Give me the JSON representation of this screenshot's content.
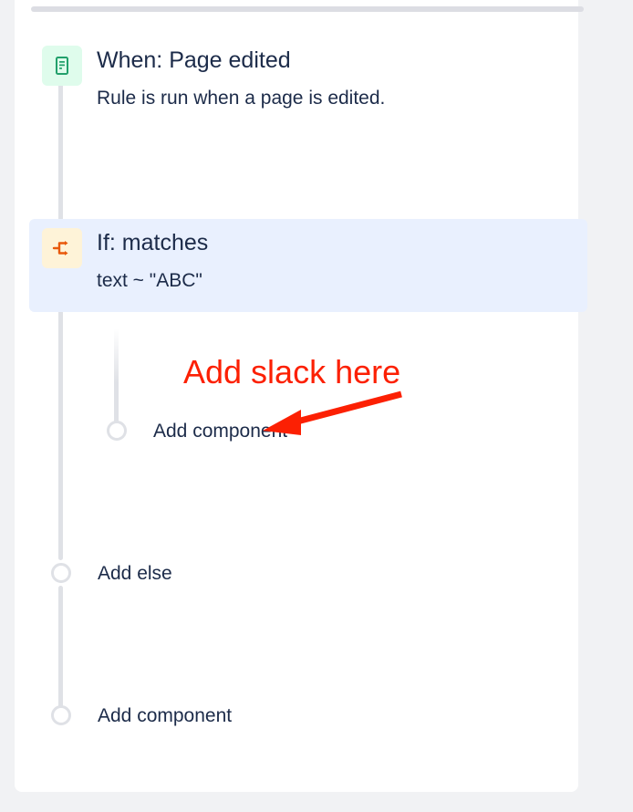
{
  "panel": {
    "name": "automation-rule-builder"
  },
  "colors": {
    "page_background": "#F1F2F4",
    "panel_background": "#FFFFFF",
    "divider": "#DCDDE3",
    "connector": "#DFE1E6",
    "text_primary": "#1C2B49",
    "condition_highlight": "#E9F0FE",
    "trigger_icon_bg": "#DFFCEC",
    "trigger_icon_fg": "#22A06B",
    "condition_icon_bg": "#FEF3D8",
    "condition_icon_fg": "#E8590C",
    "annotation_red": "#FC2003"
  },
  "rule": {
    "trigger": {
      "icon": "page-document-icon",
      "title": "When: Page edited",
      "subtitle": "Rule is run when a page is edited."
    },
    "condition": {
      "icon": "branch-fork-icon",
      "title": "If: matches",
      "subtitle": "text ~ \"ABC\"",
      "selected": true
    },
    "actions": [
      {
        "label": "Add component",
        "nested": true,
        "icon": "empty-node-circle-icon"
      },
      {
        "label": "Add else",
        "nested": false,
        "icon": "empty-node-circle-icon"
      },
      {
        "label": "Add component",
        "nested": false,
        "icon": "empty-node-circle-icon"
      }
    ]
  },
  "annotation": {
    "text": "Add slack here",
    "color": "#FC2003",
    "arrow": "arrow-pointing-down-left-icon"
  }
}
